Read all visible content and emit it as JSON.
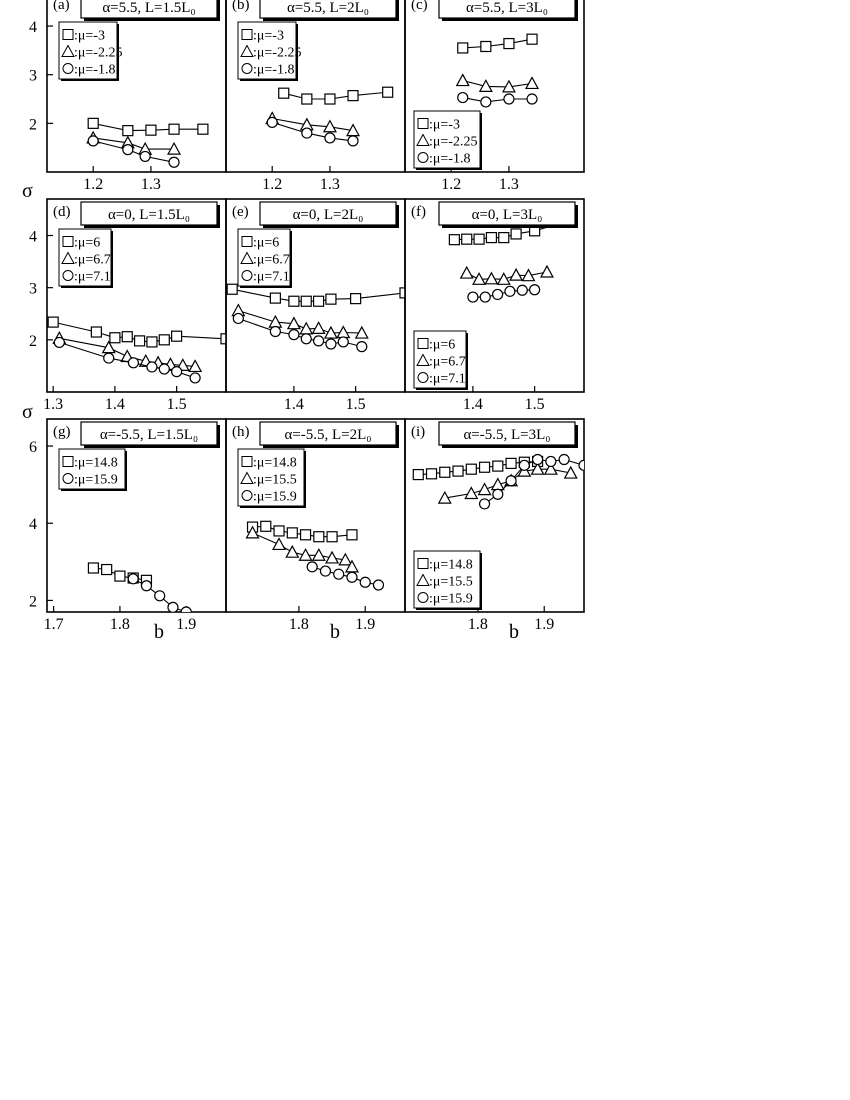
{
  "figure": {
    "y_symbol": "σ",
    "x_symbol": "b"
  },
  "chart_data": [
    {
      "id": "a",
      "type": "line",
      "panel_label": "(a)",
      "title": "α=5.5, L=1.5L₀",
      "xlim": [
        1.12,
        1.43
      ],
      "ylim": [
        1.0,
        4.7
      ],
      "xticks": [
        1.2,
        1.3
      ],
      "yticks": [
        2,
        3,
        4
      ],
      "legend_placement": "top-left",
      "series": [
        {
          "name": ":μ=-3",
          "marker": "square",
          "x": [
            1.2,
            1.26,
            1.3,
            1.34,
            1.39
          ],
          "y": [
            2.0,
            1.85,
            1.86,
            1.88,
            1.88
          ]
        },
        {
          "name": ":μ=-2.25",
          "marker": "triangle",
          "x": [
            1.2,
            1.26,
            1.29,
            1.34
          ],
          "y": [
            1.7,
            1.6,
            1.47,
            1.47
          ]
        },
        {
          "name": ":μ=-1.8",
          "marker": "circle",
          "x": [
            1.2,
            1.26,
            1.29,
            1.34
          ],
          "y": [
            1.64,
            1.46,
            1.32,
            1.2
          ]
        }
      ]
    },
    {
      "id": "b",
      "type": "line",
      "panel_label": "(b)",
      "title": "α=5.5, L=2L₀",
      "xlim": [
        1.12,
        1.43
      ],
      "ylim": [
        1.0,
        4.7
      ],
      "xticks": [
        1.2,
        1.3
      ],
      "yticks": [],
      "legend_placement": "top-left",
      "series": [
        {
          "name": ":μ=-3",
          "marker": "square",
          "x": [
            1.22,
            1.26,
            1.3,
            1.34,
            1.4
          ],
          "y": [
            2.62,
            2.5,
            2.5,
            2.57,
            2.64
          ]
        },
        {
          "name": ":μ=-2.25",
          "marker": "triangle",
          "x": [
            1.2,
            1.26,
            1.3,
            1.34
          ],
          "y": [
            2.1,
            1.97,
            1.93,
            1.85
          ]
        },
        {
          "name": ":μ=-1.8",
          "marker": "circle",
          "x": [
            1.2,
            1.26,
            1.3,
            1.34
          ],
          "y": [
            2.02,
            1.8,
            1.7,
            1.64
          ]
        }
      ]
    },
    {
      "id": "c",
      "type": "line",
      "panel_label": "(c)",
      "title": "α=5.5, L=3L₀",
      "xlim": [
        1.12,
        1.43
      ],
      "ylim": [
        1.0,
        4.7
      ],
      "xticks": [
        1.2,
        1.3
      ],
      "yticks": [],
      "legend_placement": "bottom-left",
      "series": [
        {
          "name": ":μ=-3",
          "marker": "square",
          "x": [
            1.22,
            1.26,
            1.3,
            1.34
          ],
          "y": [
            3.55,
            3.58,
            3.64,
            3.73
          ]
        },
        {
          "name": ":μ=-2.25",
          "marker": "triangle",
          "x": [
            1.22,
            1.26,
            1.3,
            1.34
          ],
          "y": [
            2.88,
            2.76,
            2.75,
            2.82
          ]
        },
        {
          "name": ":μ=-1.8",
          "marker": "circle",
          "x": [
            1.22,
            1.26,
            1.3,
            1.34
          ],
          "y": [
            2.53,
            2.44,
            2.5,
            2.5
          ]
        }
      ]
    },
    {
      "id": "d",
      "type": "line",
      "panel_label": "(d)",
      "title": "α=0,   L=1.5L₀",
      "xlim": [
        1.29,
        1.58
      ],
      "ylim": [
        1.0,
        4.7
      ],
      "xticks": [
        1.3,
        1.4,
        1.5
      ],
      "yticks": [
        2,
        3,
        4
      ],
      "legend_placement": "top-left",
      "series": [
        {
          "name": ":μ=6",
          "marker": "square",
          "x": [
            1.3,
            1.37,
            1.4,
            1.42,
            1.44,
            1.46,
            1.48,
            1.5,
            1.58
          ],
          "y": [
            2.34,
            2.15,
            2.04,
            2.06,
            1.98,
            1.96,
            2.0,
            2.07,
            2.02
          ]
        },
        {
          "name": ":μ=6.7",
          "marker": "triangle",
          "x": [
            1.31,
            1.39,
            1.42,
            1.45,
            1.47,
            1.49,
            1.51,
            1.53
          ],
          "y": [
            2.03,
            1.85,
            1.68,
            1.59,
            1.56,
            1.53,
            1.51,
            1.49
          ]
        },
        {
          "name": ":μ=7.1",
          "marker": "circle",
          "x": [
            1.31,
            1.39,
            1.43,
            1.46,
            1.48,
            1.5,
            1.53
          ],
          "y": [
            1.95,
            1.65,
            1.56,
            1.48,
            1.44,
            1.39,
            1.27
          ]
        }
      ]
    },
    {
      "id": "e",
      "type": "line",
      "panel_label": "(e)",
      "title": "α=0,   L=2L₀",
      "xlim": [
        1.29,
        1.58
      ],
      "ylim": [
        1.0,
        4.7
      ],
      "xticks": [
        1.4,
        1.5
      ],
      "yticks": [],
      "legend_placement": "top-left",
      "series": [
        {
          "name": ":μ=6",
          "marker": "square",
          "x": [
            1.3,
            1.37,
            1.4,
            1.42,
            1.44,
            1.46,
            1.5,
            1.58
          ],
          "y": [
            2.97,
            2.8,
            2.74,
            2.74,
            2.74,
            2.78,
            2.79,
            2.9
          ]
        },
        {
          "name": ":μ=6.7",
          "marker": "triangle",
          "x": [
            1.31,
            1.37,
            1.4,
            1.42,
            1.44,
            1.46,
            1.48,
            1.51
          ],
          "y": [
            2.56,
            2.34,
            2.31,
            2.21,
            2.22,
            2.13,
            2.14,
            2.13
          ]
        },
        {
          "name": ":μ=7.1",
          "marker": "circle",
          "x": [
            1.31,
            1.37,
            1.4,
            1.42,
            1.44,
            1.46,
            1.48,
            1.51
          ],
          "y": [
            2.41,
            2.16,
            2.1,
            2.02,
            1.98,
            1.92,
            1.96,
            1.87
          ]
        }
      ]
    },
    {
      "id": "f",
      "type": "line",
      "panel_label": "(f)",
      "title": "α=0,   L=3L₀",
      "xlim": [
        1.29,
        1.58
      ],
      "ylim": [
        1.0,
        4.7
      ],
      "xticks": [
        1.4,
        1.5
      ],
      "yticks": [],
      "legend_placement": "bottom-left",
      "series": [
        {
          "name": ":μ=6",
          "marker": "square",
          "x": [
            1.37,
            1.39,
            1.41,
            1.43,
            1.45,
            1.47,
            1.5,
            1.55
          ],
          "y": [
            3.92,
            3.93,
            3.93,
            3.96,
            3.96,
            4.03,
            4.09,
            4.26
          ]
        },
        {
          "name": ":μ=6.7",
          "marker": "triangle",
          "x": [
            1.39,
            1.41,
            1.43,
            1.45,
            1.47,
            1.49,
            1.52
          ],
          "y": [
            3.28,
            3.16,
            3.17,
            3.16,
            3.24,
            3.23,
            3.3
          ]
        },
        {
          "name": ":μ=7.1",
          "marker": "circle",
          "x": [
            1.4,
            1.42,
            1.44,
            1.46,
            1.48,
            1.5
          ],
          "y": [
            2.82,
            2.82,
            2.87,
            2.93,
            2.95,
            2.96
          ]
        }
      ]
    },
    {
      "id": "g",
      "type": "line",
      "panel_label": "(g)",
      "title": "α=-5.5, L=1.5L₀",
      "xlim": [
        1.69,
        1.96
      ],
      "ylim": [
        1.7,
        6.7
      ],
      "xticks": [
        1.7,
        1.8,
        1.9
      ],
      "yticks": [
        2,
        4,
        6
      ],
      "legend_placement": "top-left",
      "series": [
        {
          "name": ":μ=14.8",
          "marker": "square",
          "x": [
            1.76,
            1.78,
            1.8,
            1.82,
            1.84
          ],
          "y": [
            2.84,
            2.8,
            2.63,
            2.58,
            2.52
          ]
        },
        {
          "name": ":μ=15.9",
          "marker": "circle",
          "x": [
            1.82,
            1.84,
            1.86,
            1.88,
            1.9
          ],
          "y": [
            2.56,
            2.38,
            2.12,
            1.82,
            1.7
          ]
        }
      ]
    },
    {
      "id": "h",
      "type": "line",
      "panel_label": "(h)",
      "title": "α=-5.5, L=2L₀",
      "xlim": [
        1.69,
        1.96
      ],
      "ylim": [
        1.7,
        6.7
      ],
      "xticks": [
        1.8,
        1.9
      ],
      "yticks": [],
      "legend_placement": "top-left",
      "series": [
        {
          "name": ":μ=14.8",
          "marker": "square",
          "x": [
            1.73,
            1.75,
            1.77,
            1.79,
            1.81,
            1.83,
            1.85,
            1.88
          ],
          "y": [
            3.9,
            3.92,
            3.8,
            3.75,
            3.7,
            3.65,
            3.65,
            3.7
          ]
        },
        {
          "name": ":μ=15.5",
          "marker": "triangle",
          "x": [
            1.73,
            1.77,
            1.79,
            1.81,
            1.83,
            1.85,
            1.87,
            1.88
          ],
          "y": [
            3.75,
            3.45,
            3.25,
            3.17,
            3.17,
            3.1,
            3.05,
            2.87
          ]
        },
        {
          "name": ":μ=15.9",
          "marker": "circle",
          "x": [
            1.82,
            1.84,
            1.86,
            1.88,
            1.9,
            1.92
          ],
          "y": [
            2.87,
            2.76,
            2.68,
            2.6,
            2.47,
            2.4
          ]
        }
      ]
    },
    {
      "id": "i",
      "type": "line",
      "panel_label": "(i)",
      "title": "α=-5.5, L=3L₀",
      "xlim": [
        1.69,
        1.96
      ],
      "ylim": [
        1.7,
        6.7
      ],
      "xticks": [
        1.8,
        1.9
      ],
      "yticks": [],
      "legend_placement": "bottom-left",
      "series": [
        {
          "name": ":μ=14.8",
          "marker": "square",
          "x": [
            1.71,
            1.73,
            1.75,
            1.77,
            1.79,
            1.81,
            1.83,
            1.85,
            1.87,
            1.89
          ],
          "y": [
            5.26,
            5.28,
            5.32,
            5.35,
            5.4,
            5.45,
            5.48,
            5.55,
            5.58,
            5.6
          ]
        },
        {
          "name": ":μ=15.5",
          "marker": "triangle",
          "x": [
            1.75,
            1.79,
            1.81,
            1.83,
            1.85,
            1.87,
            1.89,
            1.91,
            1.94
          ],
          "y": [
            4.65,
            4.77,
            4.87,
            5.0,
            5.1,
            5.35,
            5.4,
            5.4,
            5.3
          ]
        },
        {
          "name": ":μ=15.9",
          "marker": "circle",
          "x": [
            1.81,
            1.83,
            1.85,
            1.87,
            1.89,
            1.91,
            1.93,
            1.96
          ],
          "y": [
            4.5,
            4.75,
            5.1,
            5.5,
            5.65,
            5.6,
            5.65,
            5.5
          ]
        }
      ]
    }
  ]
}
